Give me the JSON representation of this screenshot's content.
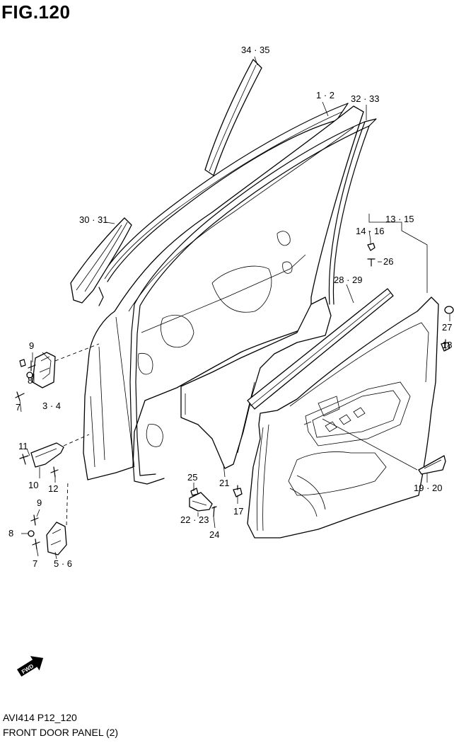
{
  "figure": {
    "title": "FIG.120",
    "code": "AVI414 P12_120",
    "caption": "FRONT DOOR PANEL (2)"
  },
  "fwd_badge": {
    "text": "FWD"
  },
  "callouts": [
    {
      "id": "c34",
      "text": "34 · 35"
    },
    {
      "id": "c1",
      "text": "1 · 2"
    },
    {
      "id": "c32",
      "text": "32 · 33"
    },
    {
      "id": "c30",
      "text": "30 · 31"
    },
    {
      "id": "c13",
      "text": "13 · 15"
    },
    {
      "id": "c14",
      "text": "14 · 16"
    },
    {
      "id": "c26",
      "text": "26"
    },
    {
      "id": "c28",
      "text": "28 · 29"
    },
    {
      "id": "c27",
      "text": "27"
    },
    {
      "id": "c18",
      "text": "18"
    },
    {
      "id": "c9a",
      "text": "9"
    },
    {
      "id": "c8a",
      "text": "8"
    },
    {
      "id": "c7a",
      "text": "7"
    },
    {
      "id": "c3",
      "text": "3 · 4"
    },
    {
      "id": "c11",
      "text": "11"
    },
    {
      "id": "c10",
      "text": "10"
    },
    {
      "id": "c12",
      "text": "12"
    },
    {
      "id": "c9b",
      "text": "9"
    },
    {
      "id": "c8b",
      "text": "8"
    },
    {
      "id": "c7b",
      "text": "7"
    },
    {
      "id": "c5",
      "text": "5 · 6"
    },
    {
      "id": "c25",
      "text": "25"
    },
    {
      "id": "c22",
      "text": "22 · 23"
    },
    {
      "id": "c24",
      "text": "24"
    },
    {
      "id": "c21",
      "text": "21"
    },
    {
      "id": "c17",
      "text": "17"
    },
    {
      "id": "c19",
      "text": "19 · 20"
    }
  ]
}
